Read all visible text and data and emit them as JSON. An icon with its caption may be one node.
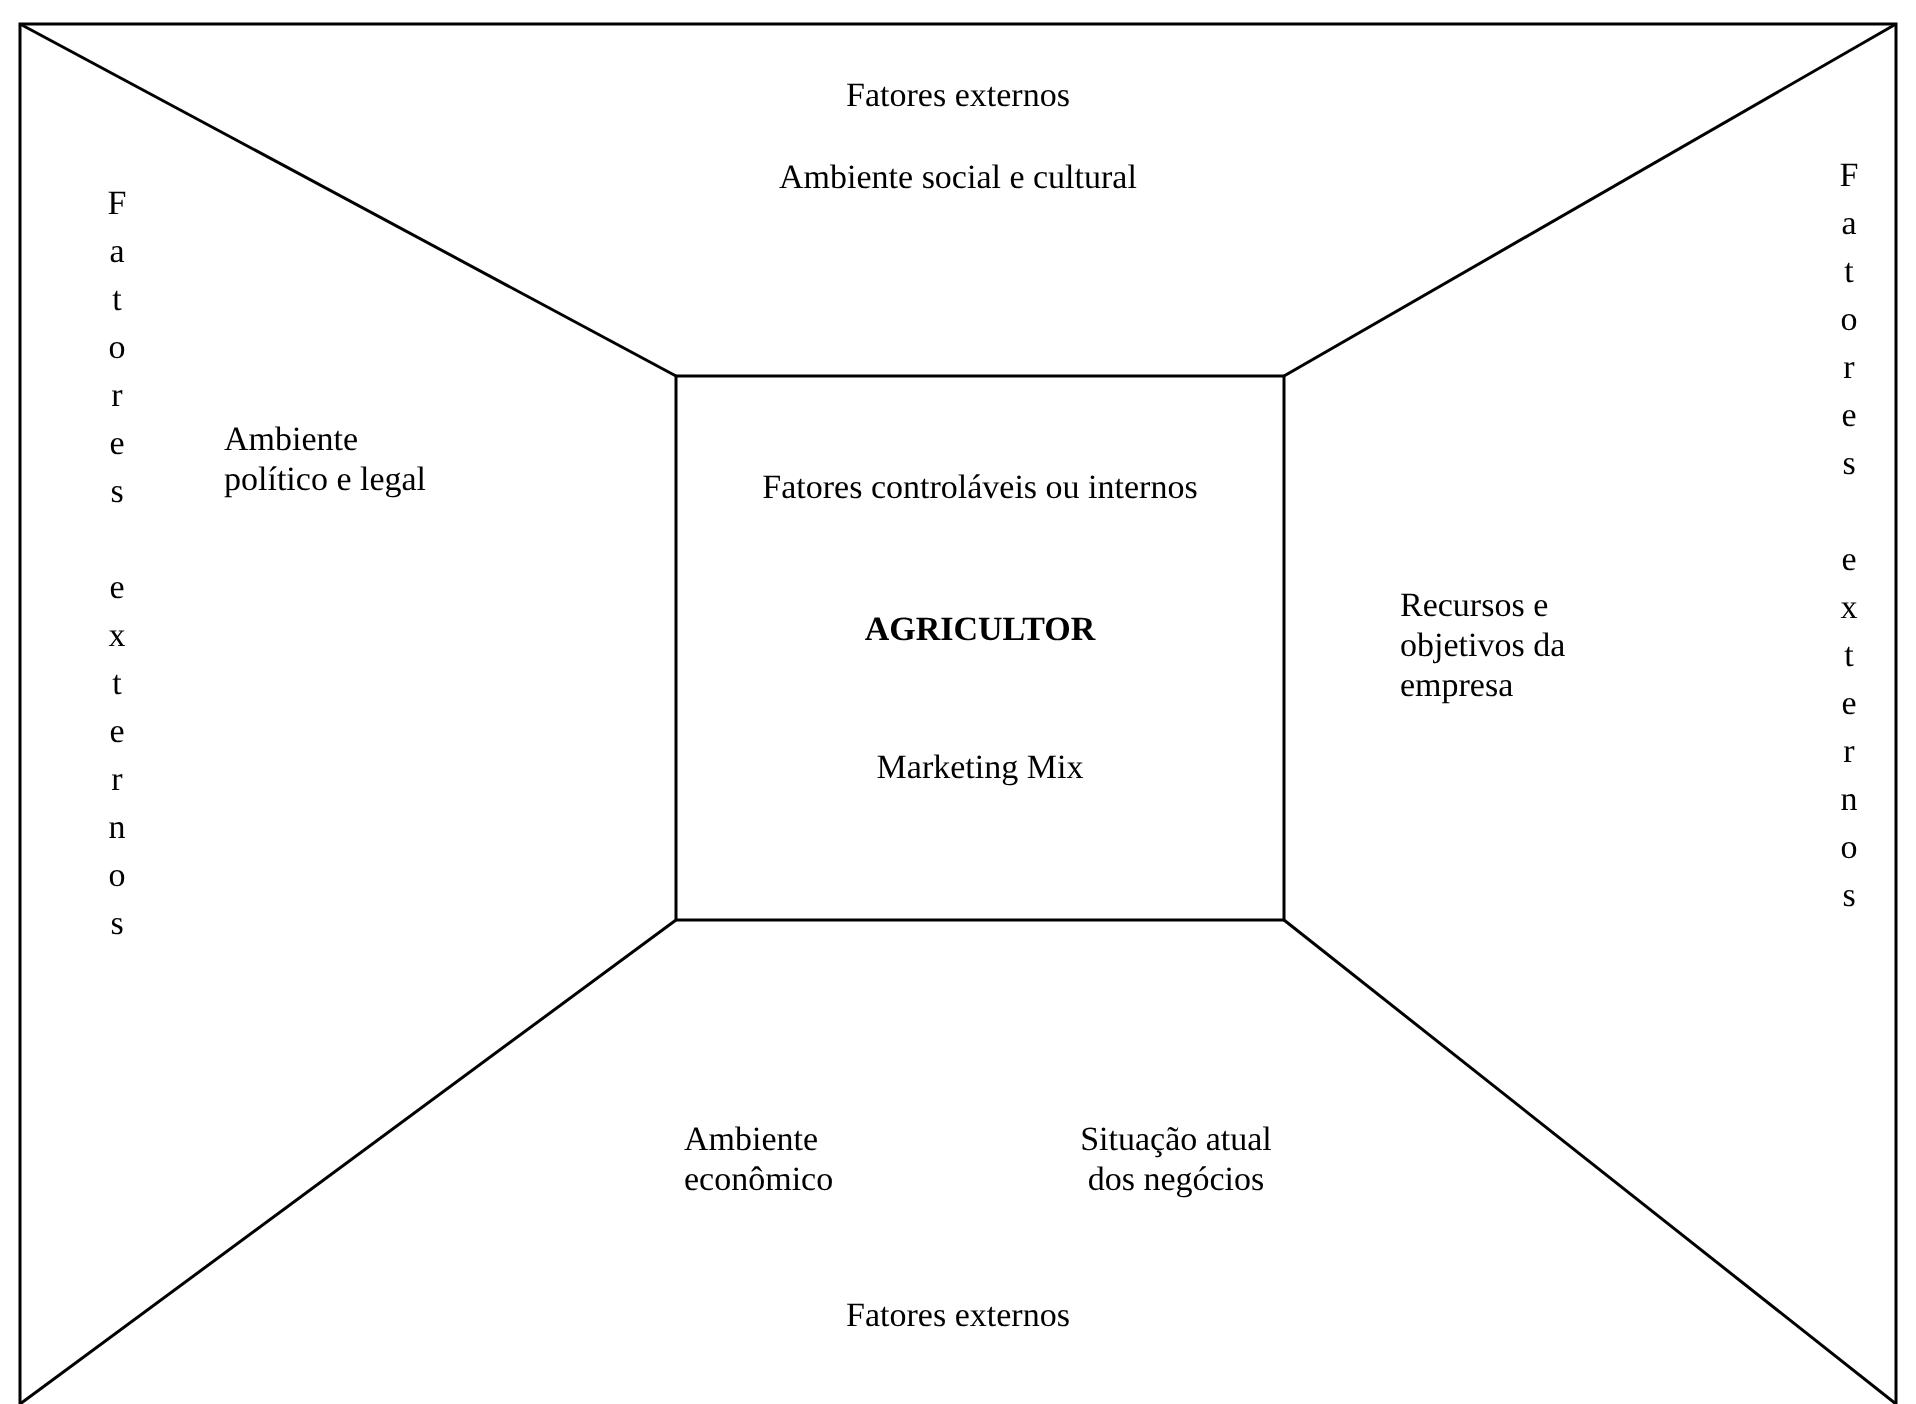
{
  "diagram": {
    "nodes": [
      {
        "text": [
          "Fatores externos",
          "Ambiente social e cultural"
        ]
      },
      {
        "text": [
          "Fatores externos",
          "Ambiente político e legal"
        ]
      },
      {
        "text": [
          "Fatores controláveis ou internos",
          "AGRICULTOR",
          "Marketing Mix"
        ]
      },
      {
        "text": [
          "Fatores externos",
          "Recursos e objetivos da empresa"
        ]
      },
      {
        "text": [
          "Ambiente econômico",
          "Situação atual dos negócios",
          "Fatores externos"
        ]
      }
    ],
    "edges": []
  }
}
